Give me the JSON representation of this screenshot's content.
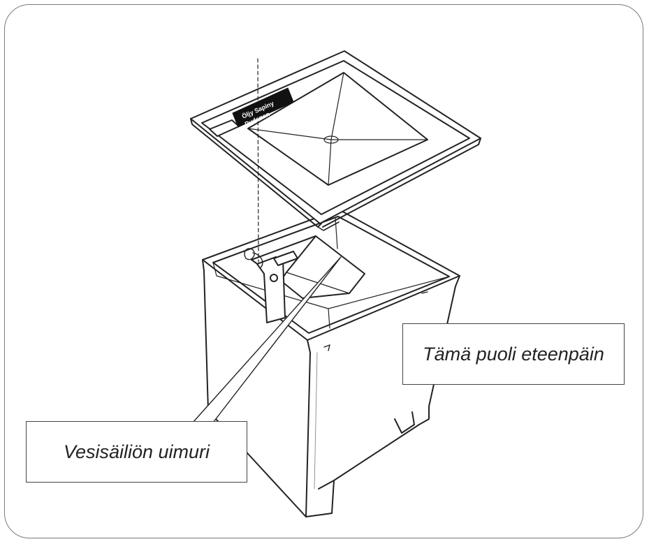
{
  "diagram": {
    "callouts": {
      "front_side": "Tämä puoli eteenpäin",
      "water_float": "Vesisäiliön uimuri"
    },
    "lid_label": {
      "line1": "Öljy Sapiny",
      "line2": "Pudenen"
    },
    "colors": {
      "outline": "#222222",
      "frame": "#7a7a7a",
      "background": "#ffffff"
    }
  }
}
